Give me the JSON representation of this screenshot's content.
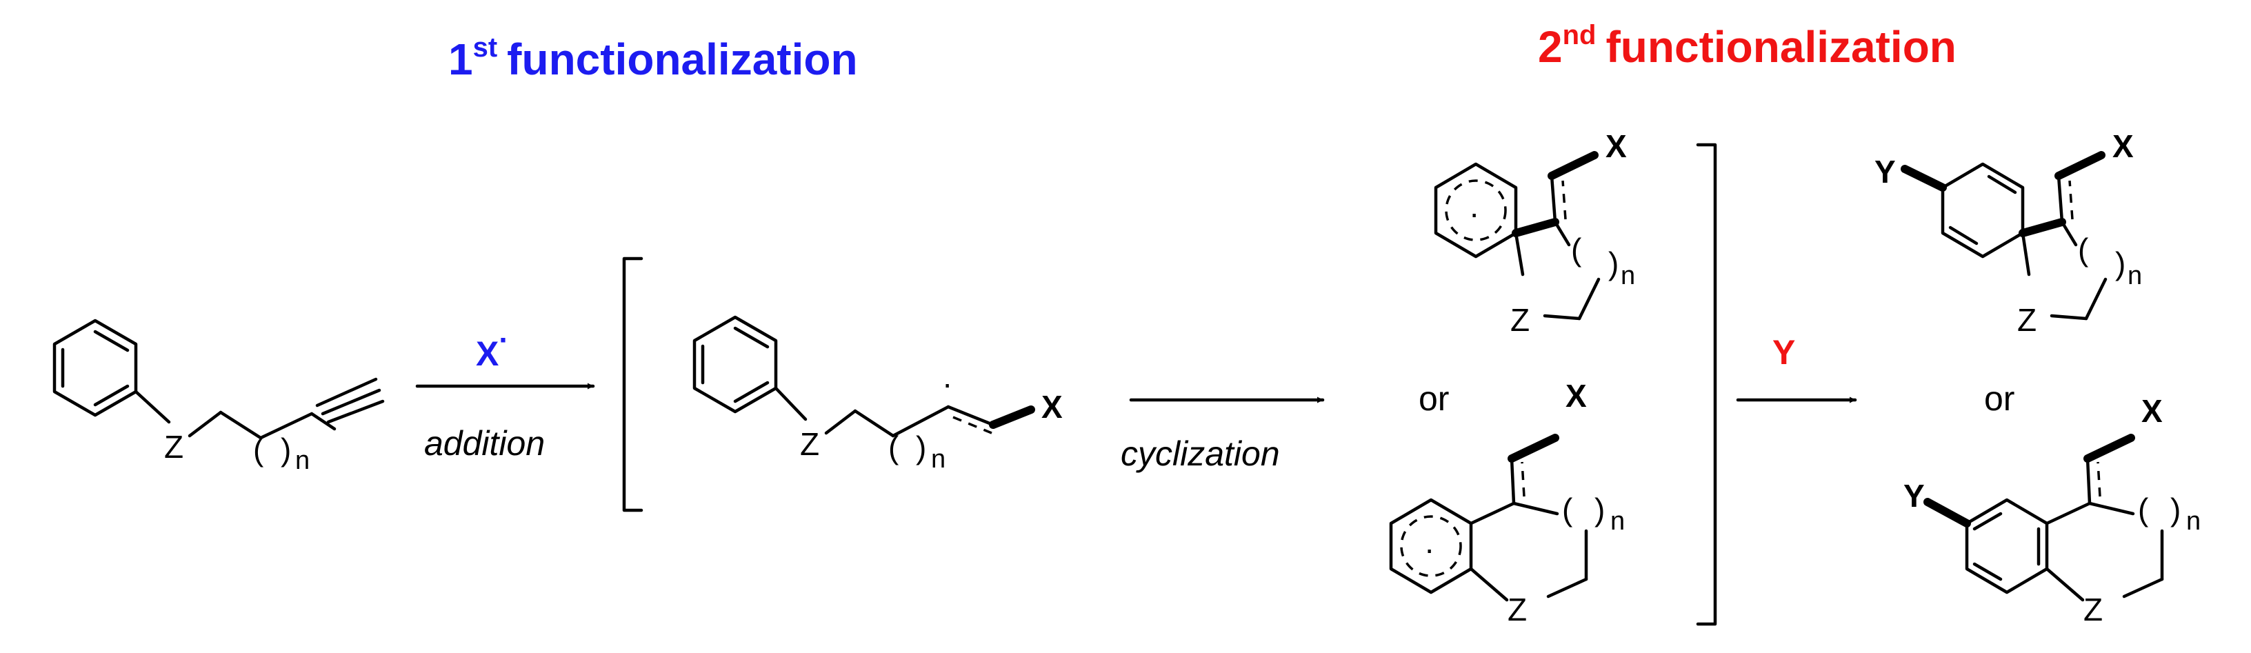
{
  "colors": {
    "first": "#1c1cf0",
    "second": "#f01414",
    "ink": "#000000"
  },
  "titles": {
    "first": {
      "num": "1",
      "sup": "st",
      "word": "functionalization"
    },
    "second": {
      "num": "2",
      "sup": "nd",
      "word": "functionalization"
    }
  },
  "reagents": {
    "radical_x": "X",
    "radical_dot": "·",
    "y": "Y"
  },
  "conditions": {
    "addition": "addition",
    "cyclization": "cyclization"
  },
  "atoms": {
    "z": "Z",
    "n": "n",
    "x": "X",
    "y": "Y",
    "dot": "·"
  },
  "or_label": "or"
}
